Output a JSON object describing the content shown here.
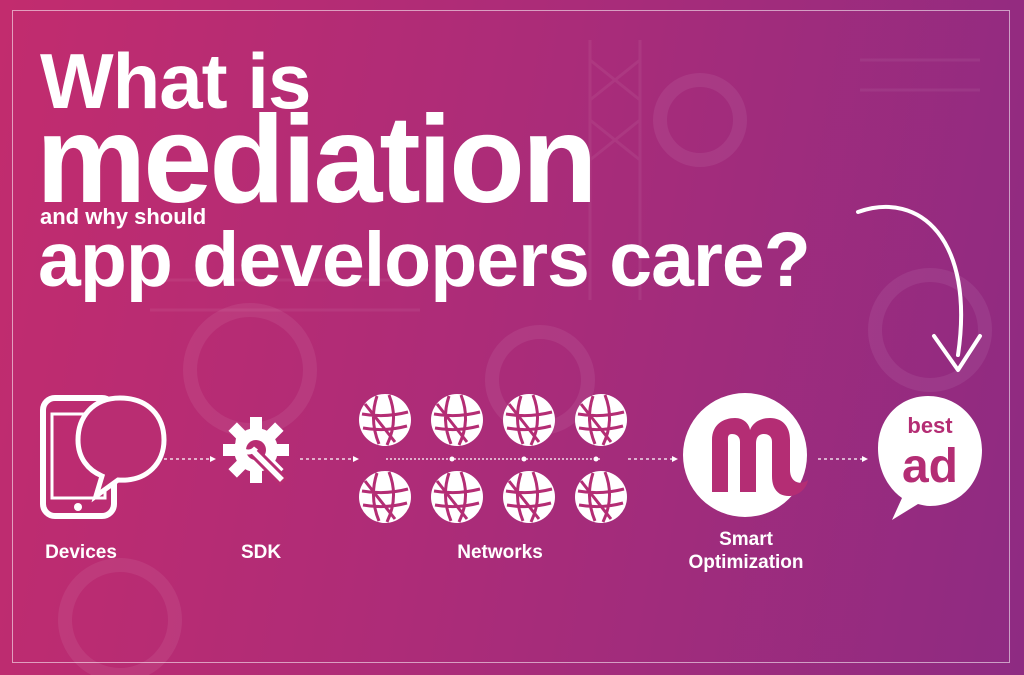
{
  "headline": {
    "line1": "What is",
    "line2": "mediation",
    "line3": "and why should",
    "line4": "app developers care?"
  },
  "nodes": {
    "devices": "Devices",
    "sdk": "SDK",
    "networks": "Networks",
    "smart_optimization_1": "Smart",
    "smart_optimization_2": "Optimization"
  },
  "logos": {
    "mediation_logo": "m",
    "bestad_top": "best",
    "bestad_bottom": "ad"
  },
  "colors": {
    "background_start": "#c22c6e",
    "background_end": "#8e2b82",
    "foreground": "#ffffff"
  },
  "icons": [
    "phone-icon",
    "speech-bubble-icon",
    "gear-wrench-icon",
    "globe-icon",
    "mediation-logo-icon",
    "bestad-logo-icon",
    "curved-arrow-icon"
  ]
}
